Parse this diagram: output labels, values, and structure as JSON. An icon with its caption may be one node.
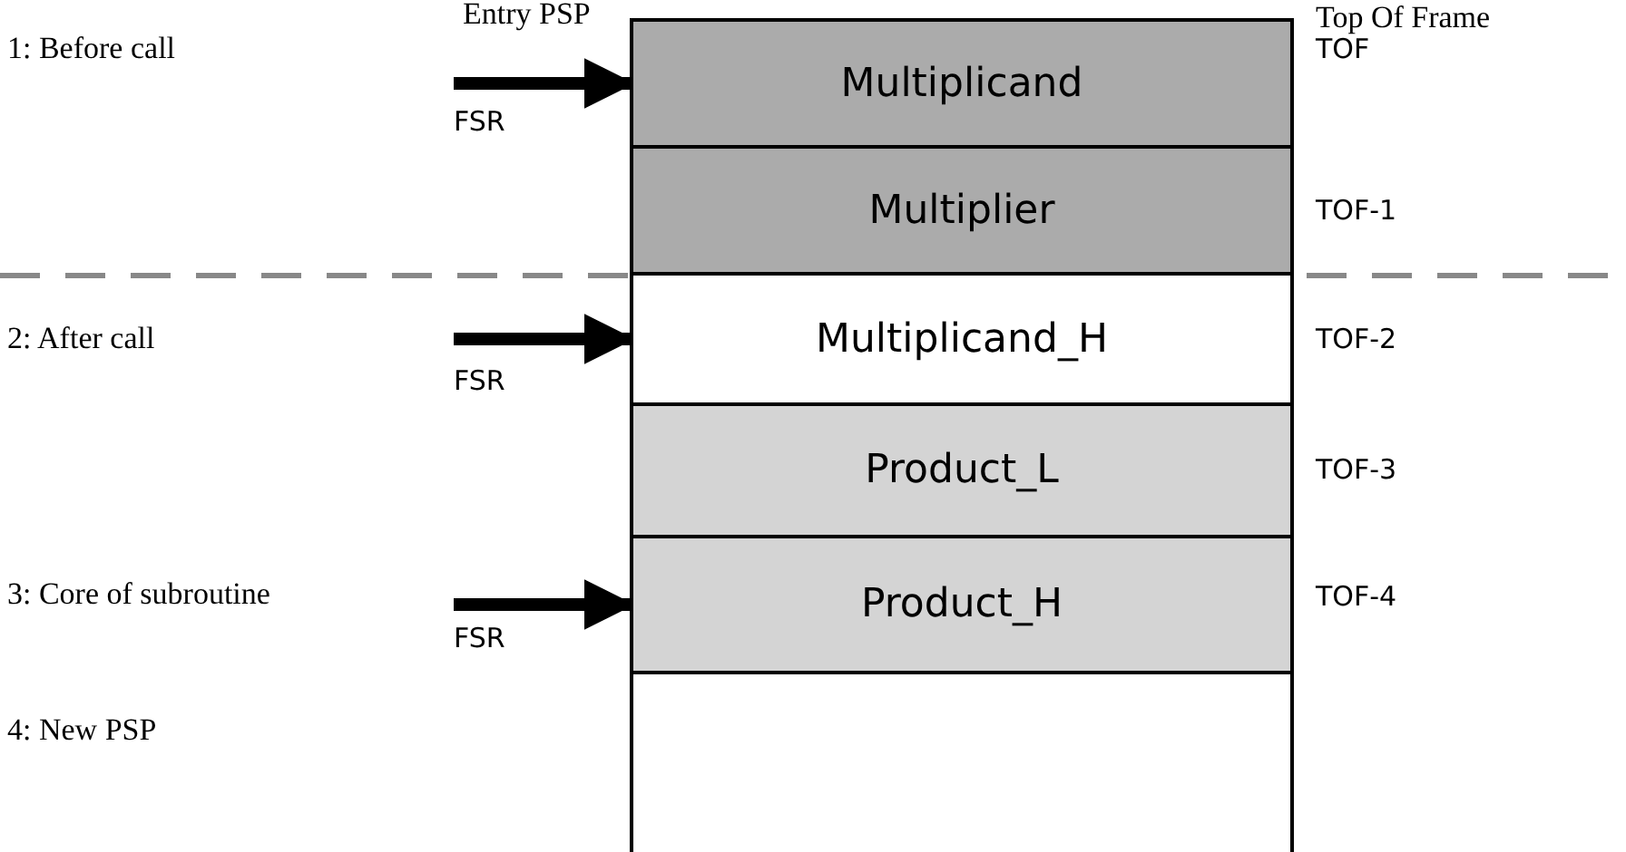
{
  "diagram": {
    "nodes": [
      {
        "text": [
          "Multiplicand"
        ],
        "beside": [
          "Top Of Frame",
          "TOF"
        ]
      },
      {
        "text": [
          "Multiplier"
        ],
        "beside": [
          "TOF-1"
        ]
      },
      {
        "text": [
          "Multiplicand_H"
        ],
        "beside": [
          "TOF-2"
        ]
      },
      {
        "text": [
          "Product_L"
        ],
        "beside": [
          "TOF-3"
        ]
      },
      {
        "text": [
          "Product_H"
        ],
        "beside": [
          "TOF-4"
        ]
      },
      {
        "text": [],
        "shape": "box"
      }
    ],
    "edges": [
      {
        "from": null,
        "to": 0,
        "arrow": "to"
      },
      {
        "from": null,
        "to": 2,
        "arrow": "to"
      },
      {
        "from": null,
        "to": 4,
        "arrow": "to"
      }
    ],
    "labels": [
      "Entry PSP",
      "1: Before call",
      "FSR",
      "2: After call",
      "FSR",
      "3: Core of subroutine",
      "FSR",
      "4: New PSP"
    ]
  }
}
